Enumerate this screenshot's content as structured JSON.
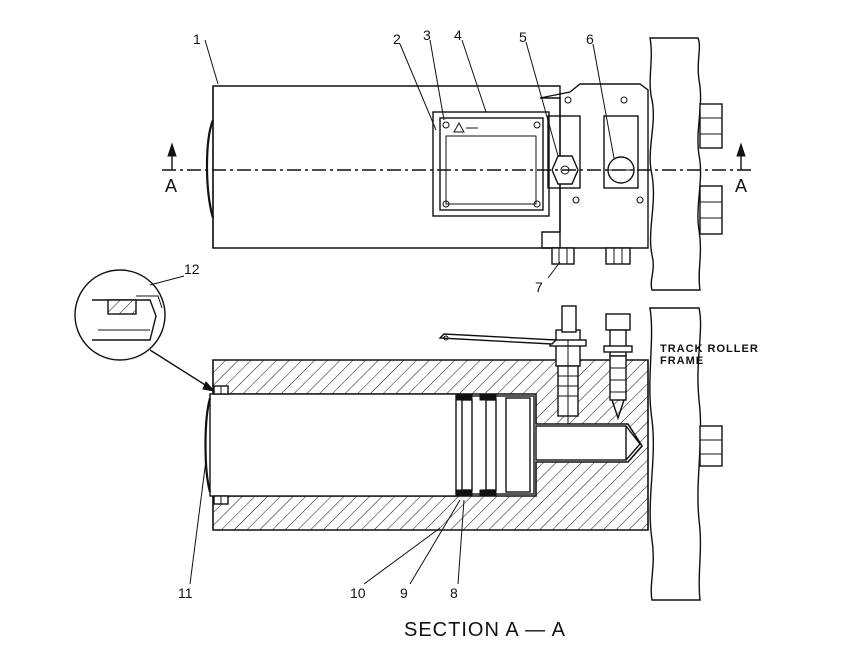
{
  "callouts": [
    {
      "id": "1",
      "label": "1"
    },
    {
      "id": "2",
      "label": "2"
    },
    {
      "id": "3",
      "label": "3"
    },
    {
      "id": "4",
      "label": "4"
    },
    {
      "id": "5",
      "label": "5"
    },
    {
      "id": "6",
      "label": "6"
    },
    {
      "id": "7",
      "label": "7"
    },
    {
      "id": "8",
      "label": "8"
    },
    {
      "id": "9",
      "label": "9"
    },
    {
      "id": "10",
      "label": "10"
    },
    {
      "id": "11",
      "label": "11"
    },
    {
      "id": "12",
      "label": "12"
    }
  ],
  "section_marks": {
    "left": "A",
    "right": "A"
  },
  "frame_label": {
    "line1": "TRACK ROLLER",
    "line2": "FRAME"
  },
  "caption": "SECTION A — A",
  "colors": {
    "ink": "#111111",
    "paper": "#ffffff"
  }
}
